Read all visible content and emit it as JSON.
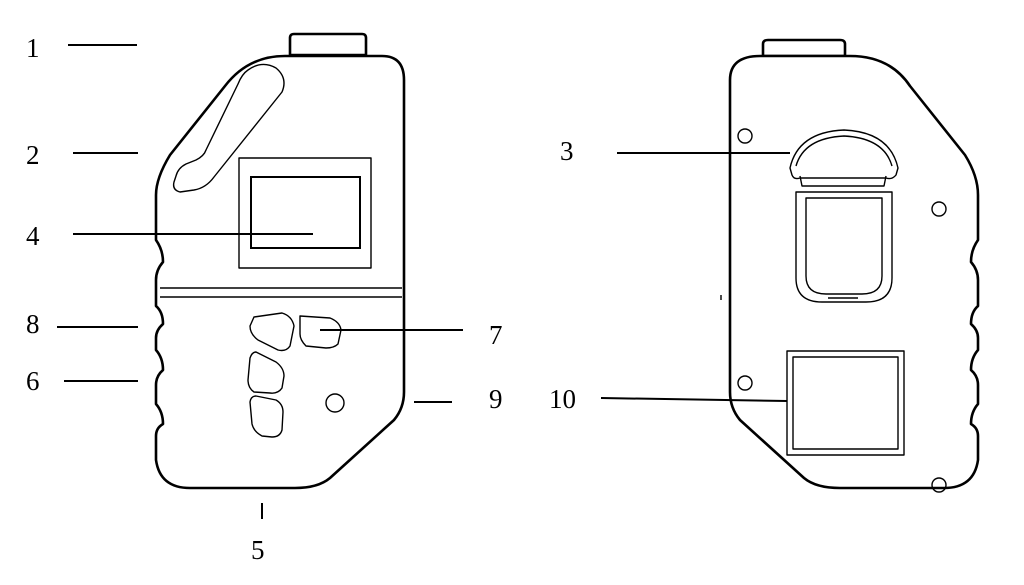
{
  "labels": {
    "l1": "1",
    "l2": "2",
    "l3": "3",
    "l4": "4",
    "l5": "5",
    "l6": "6",
    "l7": "7",
    "l8": "8",
    "l9": "9",
    "l10": "10"
  },
  "colors": {
    "stroke": "#000000",
    "background": "#ffffff"
  }
}
